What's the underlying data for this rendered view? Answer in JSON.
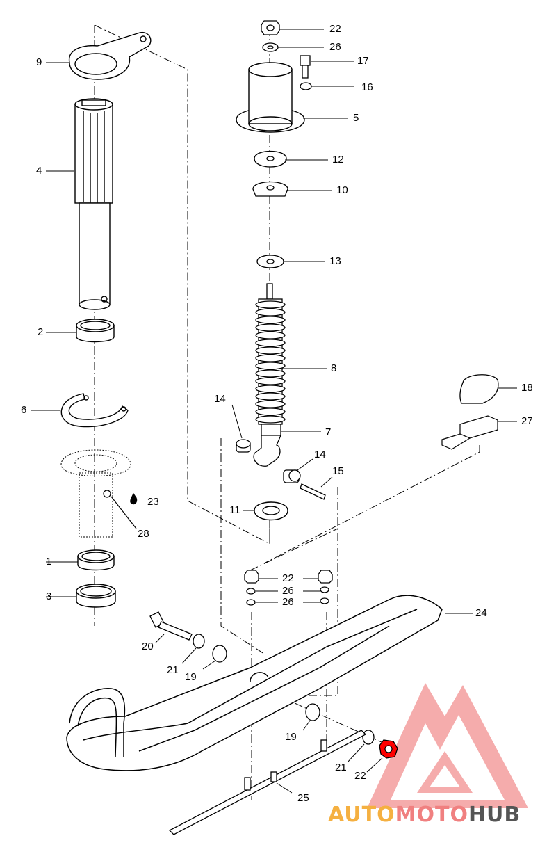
{
  "callouts": {
    "c1": "1",
    "c2": "2",
    "c3": "3",
    "c4": "4",
    "c5": "5",
    "c6": "6",
    "c7": "7",
    "c8": "8",
    "c9": "9",
    "c10": "10",
    "c11": "11",
    "c12": "12",
    "c13": "13",
    "c14a": "14",
    "c14b": "14",
    "c15": "15",
    "c16": "16",
    "c17": "17",
    "c18": "18",
    "c19a": "19",
    "c19b": "19",
    "c20": "20",
    "c21a": "21",
    "c21b": "21",
    "c22a": "22",
    "c22b": "22",
    "c22c": "22",
    "c23": "23",
    "c24": "24",
    "c25": "25",
    "c26a": "26",
    "c26b": "26",
    "c26c": "26",
    "c27": "27",
    "c28": "28"
  },
  "watermark": {
    "part1": "AUTO",
    "part2": "MOTO",
    "part3": "HUB",
    "color_auto": "#f5b041",
    "color_moto": "#f08080",
    "color_hub": "#555555",
    "triangle_color": "#f08080"
  }
}
